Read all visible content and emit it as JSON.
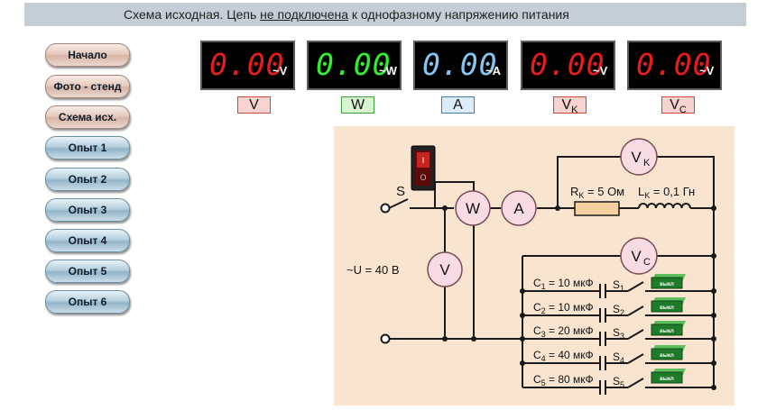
{
  "status": {
    "prefix": "Схема исходная.  Цепь ",
    "underlined": "не подключена",
    "suffix": " к однофазному напряжению питания"
  },
  "nav": [
    {
      "label": "Начало",
      "style": "pink"
    },
    {
      "label": "Фото - стенд",
      "style": "pink"
    },
    {
      "label": "Схема исх.",
      "style": "pink"
    },
    {
      "label": "Опыт 1",
      "style": "blue"
    },
    {
      "label": "Опыт 2",
      "style": "blue"
    },
    {
      "label": "Опыт 3",
      "style": "blue"
    },
    {
      "label": "Опыт 4",
      "style": "blue"
    },
    {
      "label": "Опыт 5",
      "style": "blue"
    },
    {
      "label": "Опыт 6",
      "style": "blue"
    }
  ],
  "meters": [
    {
      "value": "0.00",
      "unit": "~V",
      "color": "#e81c1c",
      "label": "V",
      "label_bg": "#f7d3cf",
      "label_border": "#c94a3b"
    },
    {
      "value": "0.00",
      "unit": "~W",
      "color": "#2ef02e",
      "label": "W",
      "label_bg": "#d9f5d0",
      "label_border": "#3c9d3c"
    },
    {
      "value": "0.00",
      "unit": "~A",
      "color": "#86c5f2",
      "label": "A",
      "label_bg": "#dcecf8",
      "label_border": "#3d7eb5"
    },
    {
      "value": "0.00",
      "unit": "~V",
      "color": "#e81c1c",
      "label": "V",
      "label_sub": "K",
      "label_bg": "#f7d3cf",
      "label_border": "#c94a3b"
    },
    {
      "value": "0.00",
      "unit": "~V",
      "color": "#e81c1c",
      "label": "V",
      "label_sub": "C",
      "label_bg": "#f7d3cf",
      "label_border": "#c94a3b"
    }
  ],
  "circuit": {
    "switch_label": "S",
    "supply_label": "~U = 40 В",
    "rk_label": "R",
    "rk_sub": "K",
    "rk_value": " = 5 Ом",
    "lk_label": "L",
    "lk_sub": "K",
    "lk_value": " = 0,1 Гн",
    "meter_v": "V",
    "meter_w": "W",
    "meter_a": "A",
    "meter_vk": "V",
    "meter_vk_sub": "K",
    "meter_vc": "V",
    "meter_vc_sub": "C",
    "power_switch_top": "I",
    "power_switch_bottom": "O",
    "capacitors": [
      {
        "name": "C",
        "idx": "1",
        "value": " = 10 мкФ",
        "switch": "S",
        "switch_idx": "1",
        "button": "выкл"
      },
      {
        "name": "C",
        "idx": "2",
        "value": " = 10 мкФ",
        "switch": "S",
        "switch_idx": "2",
        "button": "выкл"
      },
      {
        "name": "C",
        "idx": "3",
        "value": " = 20 мкФ",
        "switch": "S",
        "switch_idx": "3",
        "button": "выкл"
      },
      {
        "name": "C",
        "idx": "4",
        "value": " = 40 мкФ",
        "switch": "S",
        "switch_idx": "4",
        "button": "выкл"
      },
      {
        "name": "C",
        "idx": "5",
        "value": " = 80 мкФ",
        "switch": "S",
        "switch_idx": "5",
        "button": "выкл"
      }
    ]
  }
}
